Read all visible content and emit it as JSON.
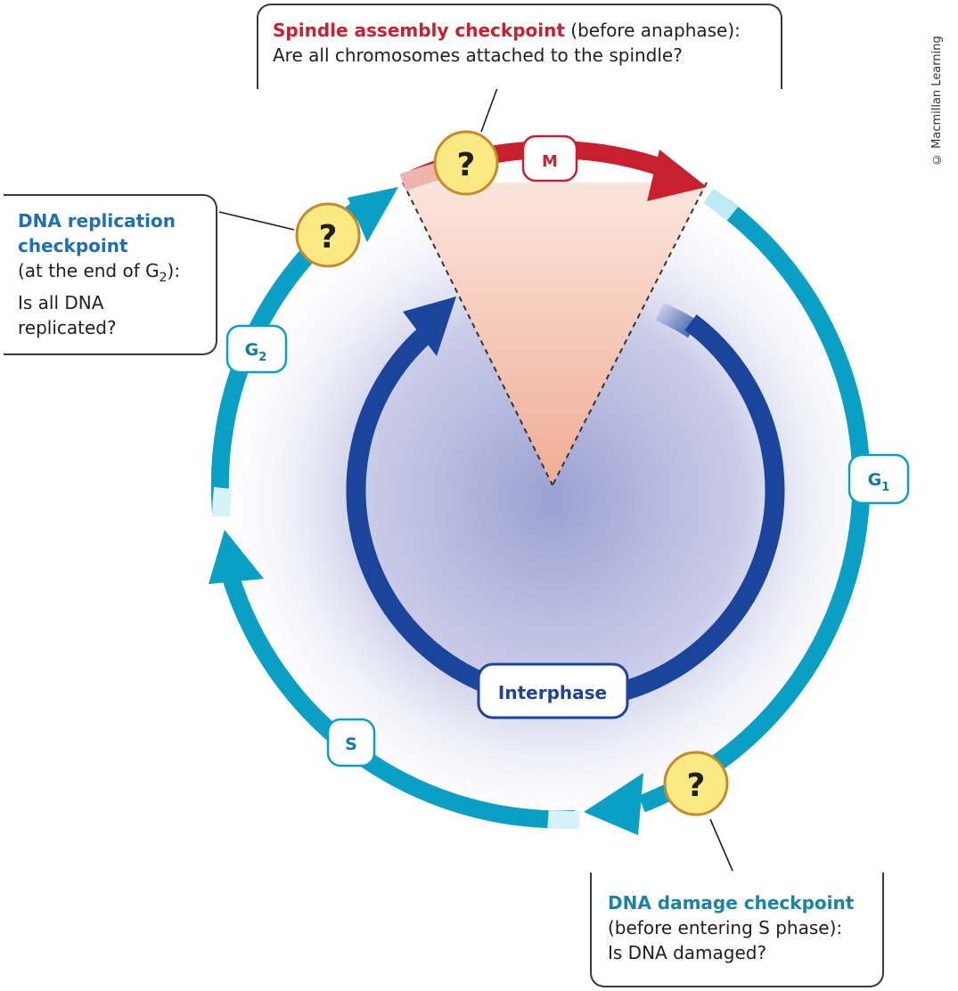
{
  "checkpoints": {
    "spindle": {
      "title": "Spindle assembly checkpoint",
      "qualifier": " (before anaphase):",
      "question": "Are all chromosomes attached to the spindle?"
    },
    "replication": {
      "title_line1": "DNA replication",
      "title_line2": "checkpoint",
      "qualifier_pre": "(at the end of G",
      "qualifier_sub": "2",
      "qualifier_post": "):",
      "question_line1": "Is all DNA",
      "question_line2": "replicated?"
    },
    "damage": {
      "title": "DNA damage checkpoint",
      "qualifier": "(before entering S phase):",
      "question": "Is DNA damaged?"
    }
  },
  "phases": {
    "m": "M",
    "g1_letter": "G",
    "g1_sub": "1",
    "g2_letter": "G",
    "g2_sub": "2",
    "s": "S",
    "interphase": "Interphase"
  },
  "checkpoint_symbol": "?",
  "copyright": "© Macmillan Learning",
  "colors": {
    "outer_ring": "#0aa0c6",
    "inner_ring": "#1b449c",
    "m_phase": "#c8202f",
    "checkpoint_fill": "#fbe983",
    "checkpoint_border": "#c58a2a",
    "wedge": "#f2b9a3",
    "center_glow": "#9aa0d2"
  }
}
